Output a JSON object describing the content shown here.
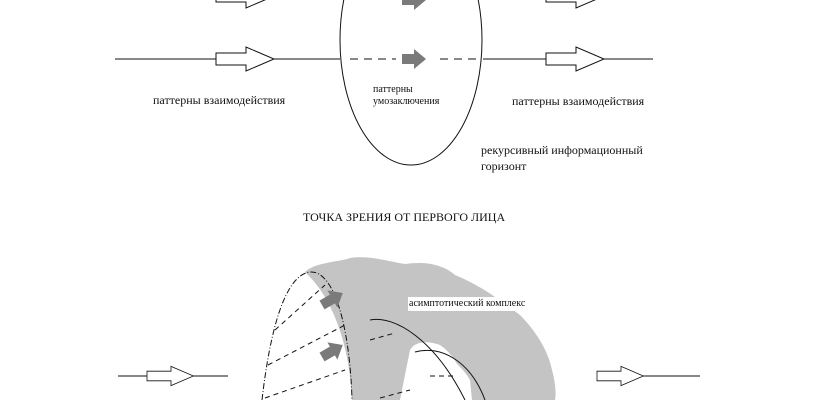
{
  "top_diagram": {
    "left_label": "паттерны взаимодействия",
    "center_label_line1": "паттерны",
    "center_label_line2": "умозаключения",
    "right_label": "паттерны взаимодействия",
    "horizon_label_line1": "рекурсивный информационный",
    "horizon_label_line2": "горизонт"
  },
  "title": "ТОЧКА ЗРЕНИЯ ОТ ПЕРВОГО ЛИЦА",
  "bottom_diagram": {
    "cloud_label": "асимптотический комплекс"
  },
  "colors": {
    "line": "#111111",
    "gray_arrow": "#7a7a7a",
    "cloud": "#c4c4c4"
  }
}
